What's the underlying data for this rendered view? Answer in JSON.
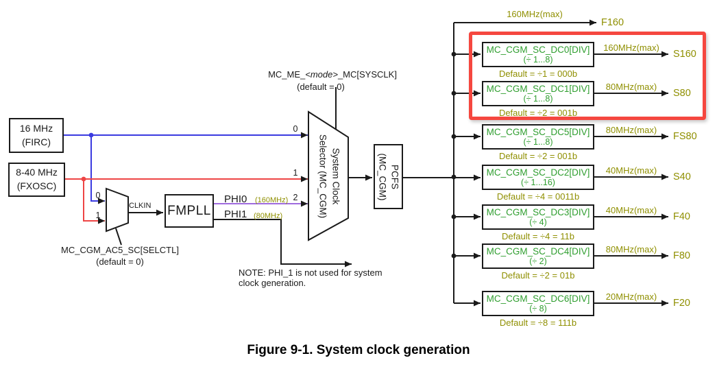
{
  "colors": {
    "green": "#2f9e2f",
    "olive": "#8f8f00",
    "wire_blue": "#3a3ae0",
    "wire_red": "#ee4444",
    "wire_purple": "#9e6ade",
    "highlight_red": "#f5473f"
  },
  "sources": {
    "firc": {
      "line1": "16 MHz",
      "line2": "(FIRC)"
    },
    "fxosc": {
      "line1": "8-40 MHz",
      "line2": "(FXOSC)"
    }
  },
  "pll_mux": {
    "input0": "0",
    "input1": "1",
    "clkin_label": "CLKIN",
    "select_label": "MC_CGM_AC5_SC[SELCTL]",
    "select_default": "(default = 0)"
  },
  "fmpll": {
    "label": "FMPLL",
    "phi0": "PHI0",
    "phi0_freq": "(160MHz)",
    "phi1": "PHI1",
    "phi1_freq": "(80MHz)"
  },
  "selector": {
    "line1": "System Clock",
    "line2": "Selector (MC_CGM)",
    "input0": "0",
    "input1": "1",
    "input2": "2",
    "select_prefix": "MC_ME_",
    "select_mode": "<mode>",
    "select_suffix": "_MC[SYSCLK]",
    "select_default": "(default = 0)"
  },
  "pcfs": {
    "line1": "PCFS",
    "line2": "(MC_CGM)"
  },
  "f160_branch": {
    "freq": "160MHz(max)",
    "signal": "F160"
  },
  "dividers": [
    {
      "name": "MC_CGM_SC_DC0[DIV]",
      "range": "(÷ 1...8)",
      "default": "Default = ÷1 = 000b",
      "freq": "160MHz(max)",
      "signal": "S160"
    },
    {
      "name": "MC_CGM_SC_DC1[DIV]",
      "range": "(÷ 1...8)",
      "default": "Default = ÷2 = 001b",
      "freq": "80MHz(max)",
      "signal": "S80"
    },
    {
      "name": "MC_CGM_SC_DC5[DIV]",
      "range": "(÷ 1...8)",
      "default": "Default = ÷2 = 001b",
      "freq": "80MHz(max)",
      "signal": "FS80"
    },
    {
      "name": "MC_CGM_SC_DC2[DIV]",
      "range": "(÷ 1...16)",
      "default": "Default = ÷4 = 0011b",
      "freq": "40MHz(max)",
      "signal": "S40"
    },
    {
      "name": "MC_CGM_SC_DC3[DIV]",
      "range": "(÷ 4)",
      "default": "Default = ÷4 = 11b",
      "freq": "40MHz(max)",
      "signal": "F40"
    },
    {
      "name": "MC_CGM_SC_DC4[DIV]",
      "range": "(÷ 2)",
      "default": "Default = ÷2 = 01b",
      "freq": "80MHz(max)",
      "signal": "F80"
    },
    {
      "name": "MC_CGM_SC_DC6[DIV]",
      "range": "(÷ 8)",
      "default": "Default = ÷8 = 111b",
      "freq": "20MHz(max)",
      "signal": "F20"
    }
  ],
  "note": {
    "line1": "NOTE: PHI_1 is not used for system",
    "line2": "clock generation."
  },
  "caption": "Figure 9-1. System clock generation"
}
